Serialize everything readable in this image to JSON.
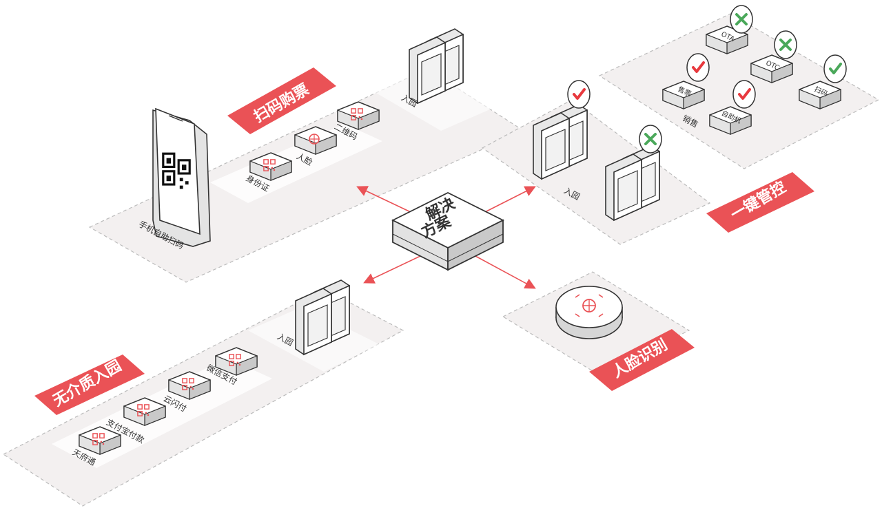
{
  "colors": {
    "accent": "#ea5256",
    "platform": "#f3f0f0",
    "outline": "#333333",
    "check_red": "#e8393e",
    "check_green": "#4aa85a"
  },
  "center": {
    "line1": "解决",
    "line2": "方案"
  },
  "scan_ticket": {
    "banner": "扫码购票",
    "phone_label": "手机自助扫码",
    "id_card": "身份证",
    "face": "人脸",
    "qr_code": "二维码",
    "gate_label": "入园"
  },
  "one_key": {
    "banner": "一键管控",
    "gate_label": "入园",
    "sales_label": "销售",
    "tiles": {
      "ota": "OTA",
      "otc": "OTC",
      "ticket_sales": "售票",
      "self_service": "自助机",
      "scan_entry": "扫码"
    }
  },
  "face_recognition": {
    "banner": "人脸识别"
  },
  "contactless": {
    "banner": "无介质入园",
    "gate_label": "入园",
    "items": [
      "微信支付",
      "云闪付",
      "支付宝付款",
      "天府通"
    ]
  }
}
